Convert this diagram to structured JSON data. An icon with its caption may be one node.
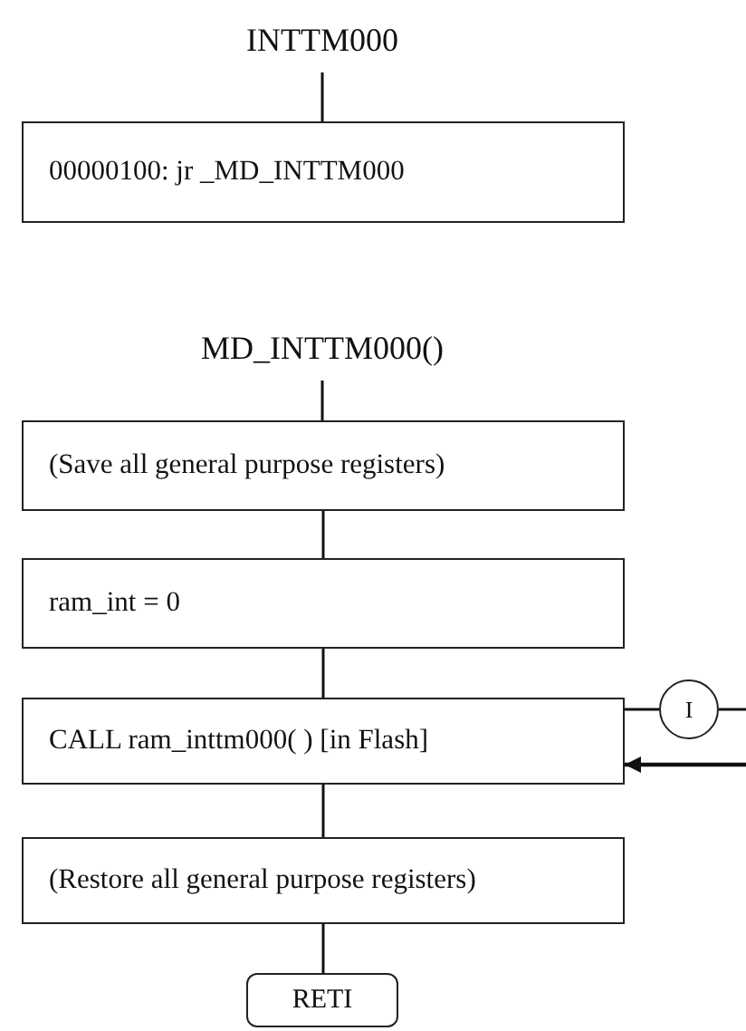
{
  "diagram": {
    "nodes": [
      {
        "text": [
          "INTTM000"
        ]
      },
      {
        "text": [
          "00000100:  jr _MD_INTTM000"
        ]
      },
      {
        "text": [
          "MD_INTTM000()"
        ]
      },
      {
        "text": [
          "(Save all general purpose registers)"
        ]
      },
      {
        "text": [
          "ram_int = 0"
        ]
      },
      {
        "text": [
          "CALL  ram_inttm000( )  [in Flash]"
        ]
      },
      {
        "text": [
          "I"
        ]
      },
      {
        "text": [
          "(Restore all general purpose registers)"
        ]
      },
      {
        "text": [
          "RETI"
        ]
      }
    ],
    "edges": [
      {
        "from": 0,
        "to": 1,
        "arrow": "none"
      },
      {
        "from": 2,
        "to": 3,
        "arrow": "none"
      },
      {
        "from": 3,
        "to": 4,
        "arrow": "none"
      },
      {
        "from": 4,
        "to": 5,
        "arrow": "none"
      },
      {
        "from": 5,
        "to": 6,
        "arrow": "none"
      },
      {
        "from": 6,
        "to": null,
        "arrow": "none"
      },
      {
        "from": null,
        "to": 5,
        "arrow": "to"
      },
      {
        "from": 5,
        "to": 7,
        "arrow": "none"
      },
      {
        "from": 7,
        "to": 8,
        "arrow": "none"
      }
    ]
  }
}
